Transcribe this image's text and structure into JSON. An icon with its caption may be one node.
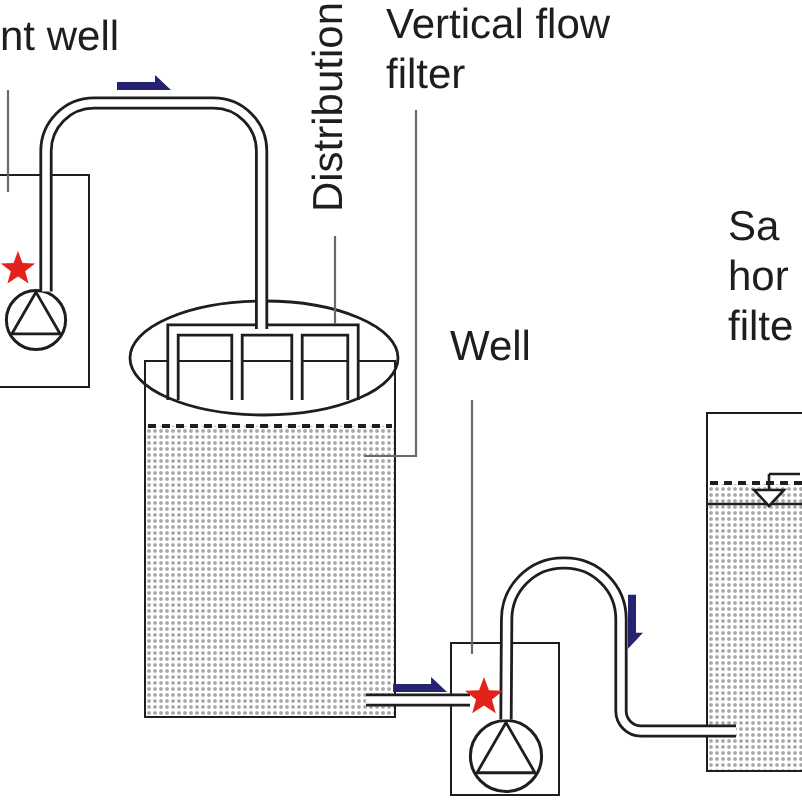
{
  "diagram": {
    "nodes": [
      {
        "text": [
          "nt well"
        ]
      },
      {
        "text": [],
        "shape": "box"
      },
      {
        "text": [
          "Distribution"
        ]
      },
      {
        "text": [],
        "shape": "picture"
      },
      {
        "text": [
          "Vertical flow filter"
        ]
      },
      {
        "text": [],
        "shape": "box"
      },
      {
        "text": [
          "Well"
        ]
      },
      {
        "text": [],
        "shape": "box"
      },
      {
        "text": [],
        "shape": "box"
      },
      {
        "text": [],
        "shape": "pump",
        "in": 1
      },
      {
        "text": [],
        "shape": "pump",
        "in": 7
      }
    ],
    "edges": [
      {
        "from": 0,
        "to": 1,
        "arrow": "none"
      },
      {
        "from": 2,
        "to": 3,
        "arrow": "none"
      },
      {
        "from": 4,
        "to": 5,
        "arrow": "none"
      },
      {
        "from": 6,
        "to": 7,
        "arrow": "none"
      },
      {
        "from": 9,
        "to": 3,
        "arrow": "none",
        "style": "thick"
      },
      {
        "from": 5,
        "to": 7,
        "arrow": "none",
        "style": "thick"
      },
      {
        "from": 10,
        "to": 8,
        "arrow": "none",
        "style": "thick"
      }
    ],
    "labels": [
      "Sa hor filte"
    ]
  }
}
